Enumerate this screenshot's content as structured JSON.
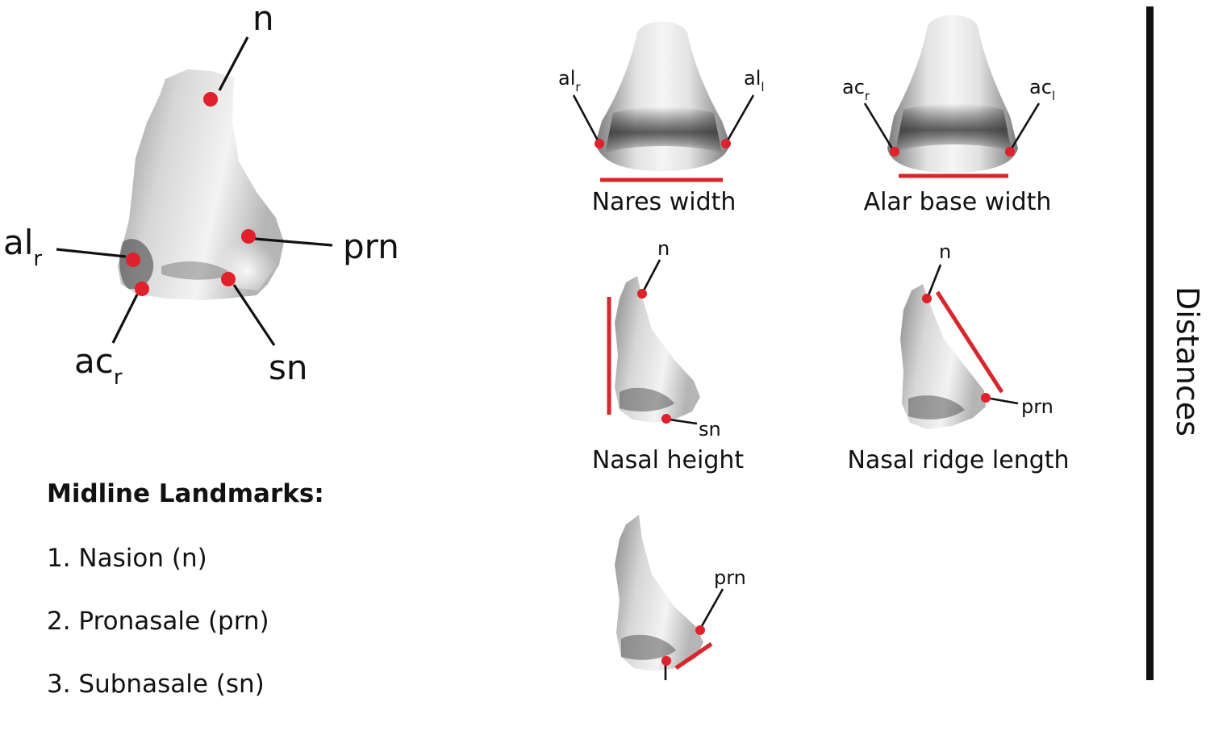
{
  "main_diagram": {
    "labels": {
      "n": "n",
      "al_r": "al",
      "al_r_sub": "r",
      "prn": "prn",
      "ac_r": "ac",
      "ac_r_sub": "r",
      "sn": "sn"
    }
  },
  "panels": {
    "nares_width": {
      "caption": "Nares width",
      "left": "al",
      "left_sub": "r",
      "right": "al",
      "right_sub": "l"
    },
    "alar_base_width": {
      "caption": "Alar base width",
      "left": "ac",
      "left_sub": "r",
      "right": "ac",
      "right_sub": "l"
    },
    "nasal_height": {
      "caption": "Nasal height",
      "top": "n",
      "bottom": "sn"
    },
    "nasal_ridge_length": {
      "caption": "Nasal ridge length",
      "top": "n",
      "bottom": "prn"
    },
    "fifth": {
      "top": "prn"
    }
  },
  "legend": {
    "title": "Midline Landmarks:",
    "items": [
      "1. Nasion (n)",
      "2. Pronasale (prn)",
      "3. Subnasale (sn)"
    ]
  },
  "side_title": "Distances",
  "colors": {
    "landmark": "#e0202a",
    "measure": "#d8262b",
    "text": "#111111"
  }
}
